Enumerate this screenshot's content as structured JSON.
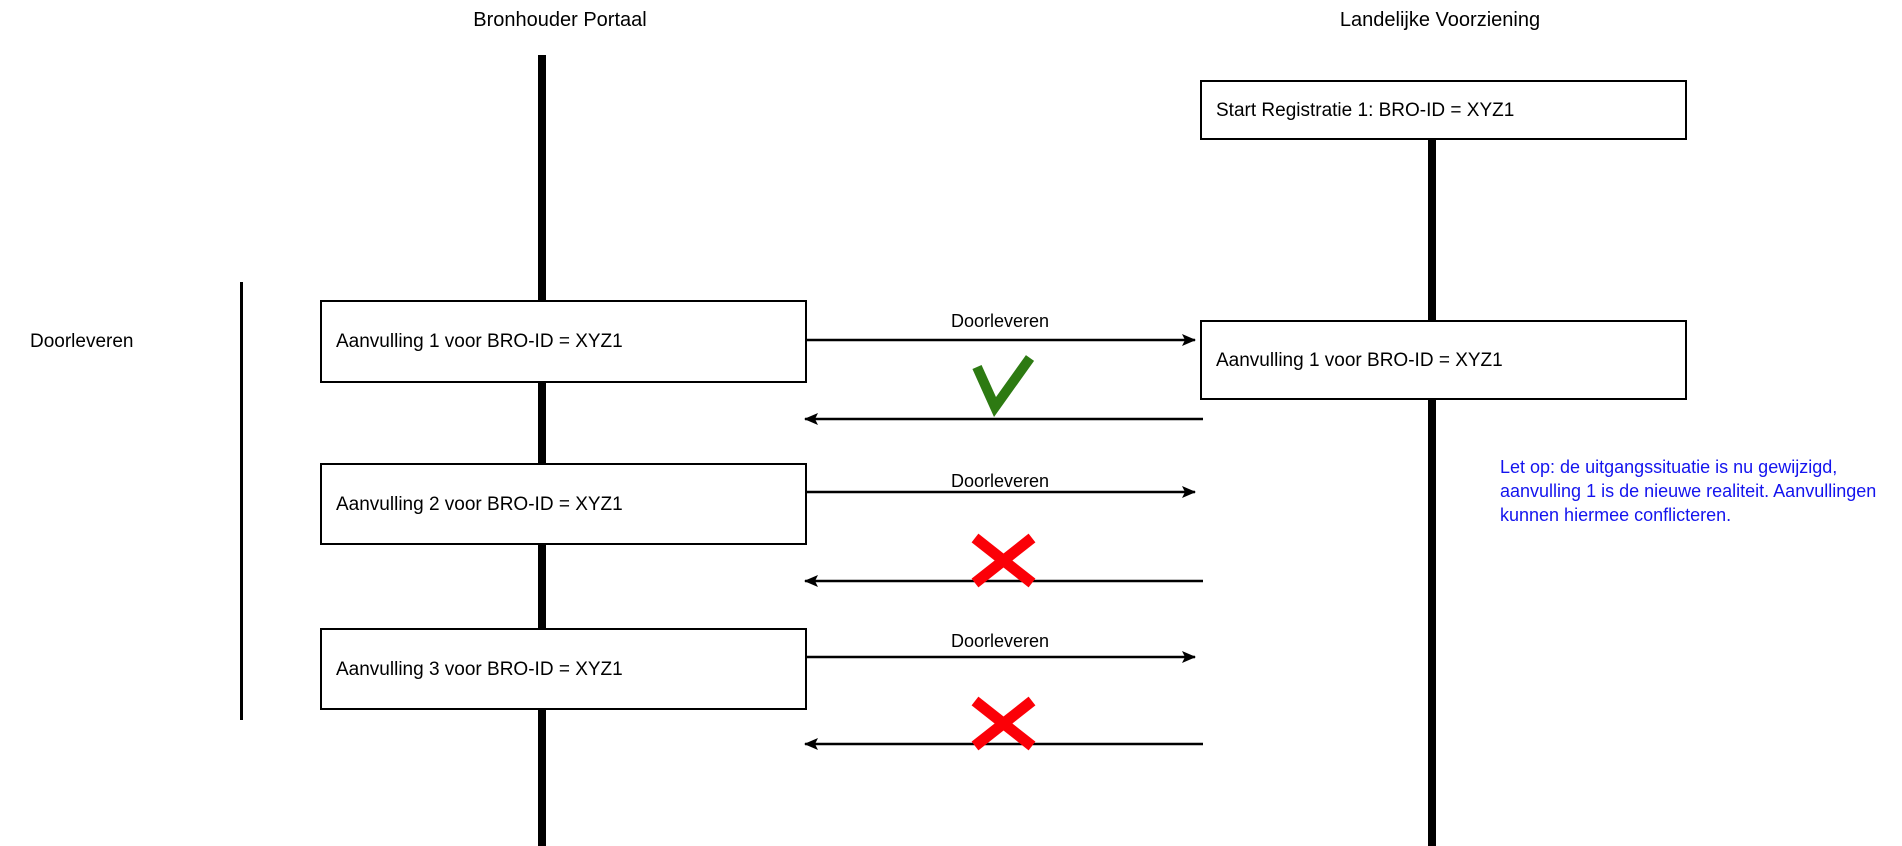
{
  "diagram": {
    "type": "sequence-diagram",
    "title_left": "Bronhouder Portaal",
    "title_right": "Landelijke Voorziening",
    "group_label": "Doorleveren",
    "colors": {
      "line": "#000000",
      "success": "#2d7a12",
      "failure": "#fb0007",
      "note": "#1414ee",
      "background": "#ffffff"
    },
    "lanes": [
      {
        "name": "bronhouder-portaal",
        "label": "Bronhouder Portaal"
      },
      {
        "name": "landelijke-voorziening",
        "label": "Landelijke Voorziening"
      }
    ],
    "boxes": [
      {
        "name": "start-registratie-box",
        "side": "right",
        "label": "Start Registratie 1: BRO-ID = XYZ1"
      },
      {
        "name": "aanvulling-1-source-box",
        "side": "left",
        "label": "Aanvulling 1 voor BRO-ID = XYZ1"
      },
      {
        "name": "aanvulling-1-target-box",
        "side": "right",
        "label": "Aanvulling 1 voor BRO-ID = XYZ1"
      },
      {
        "name": "aanvulling-2-source-box",
        "side": "left",
        "label": "Aanvulling 2 voor BRO-ID = XYZ1"
      },
      {
        "name": "aanvulling-3-source-box",
        "side": "left",
        "label": "Aanvulling 3 voor BRO-ID = XYZ1"
      }
    ],
    "messages": [
      {
        "name": "doorleveren-1",
        "label": "Doorleveren",
        "direction": "right",
        "result": "success"
      },
      {
        "name": "response-1",
        "label": "",
        "direction": "left",
        "result": "success"
      },
      {
        "name": "doorleveren-2",
        "label": "Doorleveren",
        "direction": "right",
        "result": "failure"
      },
      {
        "name": "response-2",
        "label": "",
        "direction": "left",
        "result": "failure"
      },
      {
        "name": "doorleveren-3",
        "label": "Doorleveren",
        "direction": "right",
        "result": "failure"
      },
      {
        "name": "response-3",
        "label": "",
        "direction": "left",
        "result": "failure"
      }
    ],
    "arrow_labels": {
      "msg1": "Doorleveren",
      "msg2": "Doorleveren",
      "msg3": "Doorleveren"
    },
    "note": {
      "text": "Let op: de uitgangssituatie is nu gewijzigd, aanvulling 1 is de nieuwe realiteit. Aanvullingen kunnen hiermee conflicteren.",
      "color": "#1414ee"
    },
    "markers": [
      {
        "name": "check-mark-1",
        "glyph": "check",
        "color": "#2d7a12"
      },
      {
        "name": "cross-mark-1",
        "glyph": "cross",
        "color": "#fb0007"
      },
      {
        "name": "cross-mark-2",
        "glyph": "cross",
        "color": "#fb0007"
      }
    ]
  }
}
